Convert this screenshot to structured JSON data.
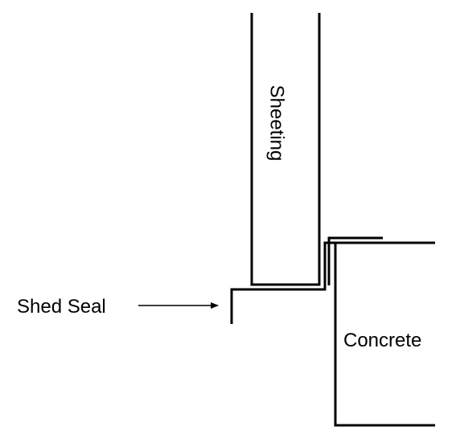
{
  "diagram": {
    "labels": {
      "sheeting": "Sheeting",
      "shed_seal": "Shed Seal",
      "concrete": "Concrete"
    },
    "colors": {
      "line": "#000000",
      "background": "#ffffff"
    }
  }
}
